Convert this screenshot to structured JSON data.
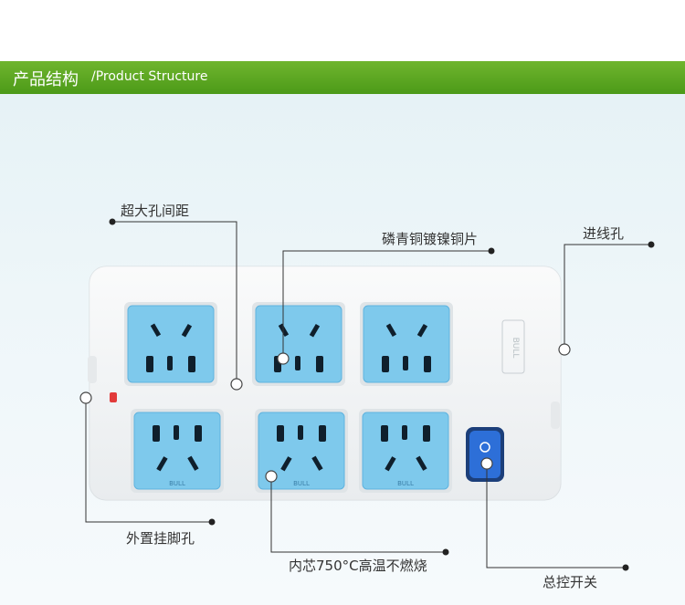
{
  "header": {
    "title_cn": "产品结构",
    "title_en": "/Product Structure",
    "color": "#5aa821"
  },
  "product": {
    "socket_brand": "BULL",
    "switch_icon": "power-icon",
    "indicator_color": "#e23a3a",
    "socket_color": "#7ec9ec",
    "switch_color": "#2d6fd8"
  },
  "callouts": {
    "spacing": "超大孔间距",
    "copper": "磷青铜镀镍铜片",
    "inlet": "进线孔",
    "hanging": "外置挂脚孔",
    "core": "内芯750°C高温不燃烧",
    "switch": "总控开关"
  }
}
